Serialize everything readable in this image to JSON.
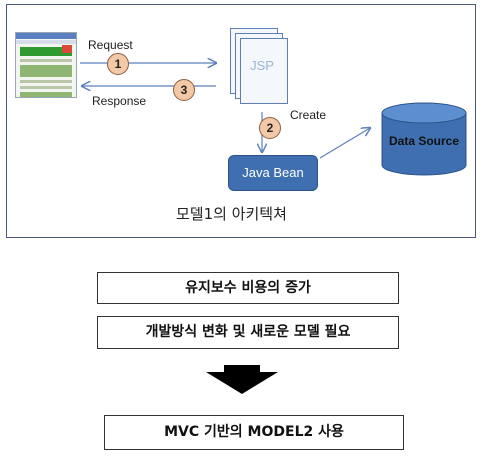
{
  "diagram": {
    "request_label": "Request",
    "response_label": "Response",
    "create_label": "Create",
    "step1": "1",
    "step2": "2",
    "step3": "3",
    "jsp_label": "JSP",
    "javabean_label": "Java Bean",
    "datasource_label": "Data Source",
    "caption": "모델1의 아키텍쳐"
  },
  "flow": {
    "box1": "유지보수 비용의 증가",
    "box2": "개발방식 변화 및 새로운 모델 필요",
    "box3": "MVC 기반의 MODEL2 사용"
  },
  "colors": {
    "frame_border": "#4a5a78",
    "arrow": "#5b7fbf",
    "javabean_fill": "#3f6fb0",
    "datasource_fill": "#3f6fb0",
    "step_circle": "#f2c8a6",
    "big_arrow": "#000000"
  }
}
